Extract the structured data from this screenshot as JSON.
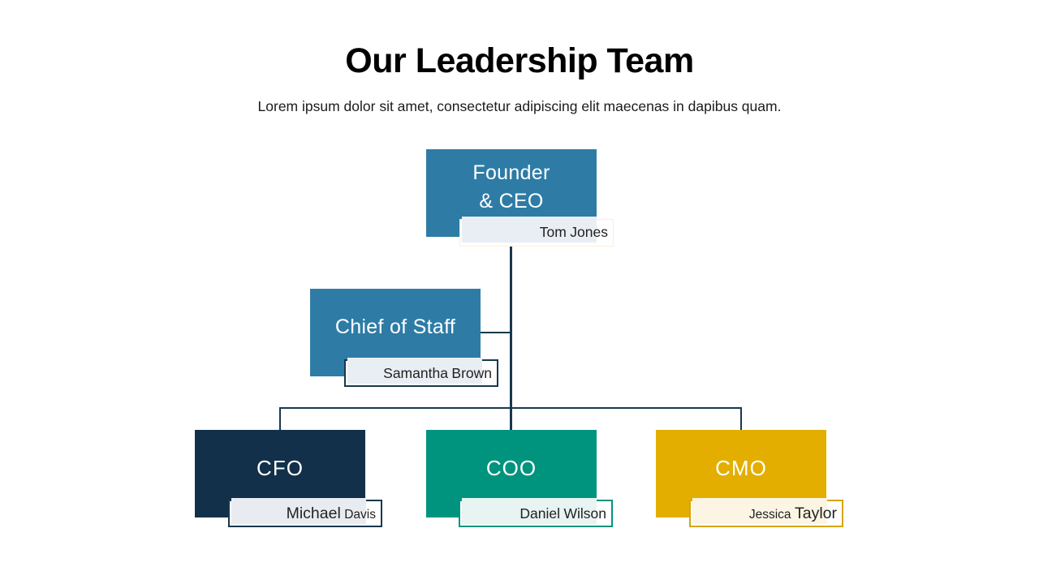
{
  "slide": {
    "title": "Our Leadership Team",
    "subtitle": "Lorem ipsum dolor sit amet, consectetur adipiscing elit maecenas in dapibus quam."
  },
  "org_chart": {
    "connector_color": "#17384E",
    "nodes": [
      {
        "id": "founder-ceo",
        "role_line1": "Founder",
        "role_line2": "& CEO",
        "first_name": "Tom",
        "last_name": "Jones",
        "box_color": "#2E7CA6",
        "tag_border_color": "#F8F0D9",
        "tag_fill_color": "#E9EEF4"
      },
      {
        "id": "chief-of-staff",
        "role": "Chief of Staff",
        "first_name": "Samantha",
        "last_name": "Brown",
        "box_color": "#2E7CA6",
        "tag_border_color": "#17384E",
        "tag_fill_color": "#E9EEF4"
      },
      {
        "id": "cfo",
        "role": "CFO",
        "first_name": "Michael",
        "last_name": "Davis",
        "box_color": "#12304A",
        "tag_border_color": "#17384E",
        "tag_fill_color": "#E8EBEF"
      },
      {
        "id": "coo",
        "role": "COO",
        "first_name": "Daniel",
        "last_name": "Wilson",
        "box_color": "#00947E",
        "tag_border_color": "#00947E",
        "tag_fill_color": "#E7F4F1"
      },
      {
        "id": "cmo",
        "role": "CMO",
        "first_name": "Jessica",
        "last_name": "Taylor",
        "box_color": "#E3AE00",
        "tag_border_color": "#D9A50A",
        "tag_fill_color": "#FCF5E3"
      }
    ]
  }
}
